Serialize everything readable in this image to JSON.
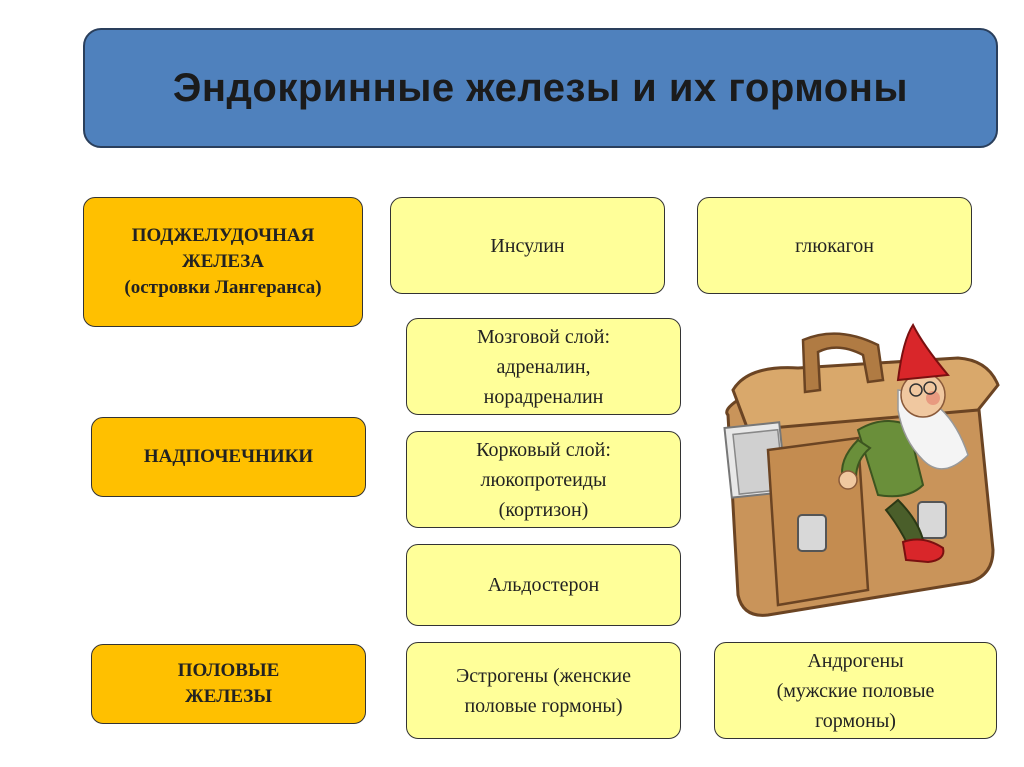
{
  "title": "Эндокринные железы и их гормоны",
  "glands": {
    "pancreas": "ПОДЖЕЛУДОЧНАЯ\nЖЕЛЕЗА\n(островки Лангеранса)",
    "adrenals": "НАДПОЧЕЧНИКИ",
    "sex_glands": "ПОЛОВЫЕ\nЖЕЛЕЗЫ"
  },
  "hormones": {
    "insulin": "Инсулин",
    "glucagon": "глюкагон",
    "medulla": "Мозговой слой:\nадреналин,\nнорадреналин",
    "cortex": "Корковый слой:\nлюкопротеиды\n(кортизон)",
    "aldosterone": "Альдостерон",
    "estrogens": "Эстрогены (женские\nполовые гормоны)",
    "androgens": "Андрогены\n(мужские половые\nгормоны)"
  },
  "colors": {
    "title_bg": "#4f81bd",
    "gland_bg": "#ffc000",
    "hormone_bg": "#ffff99"
  },
  "illustration": "gnome-in-briefcase"
}
